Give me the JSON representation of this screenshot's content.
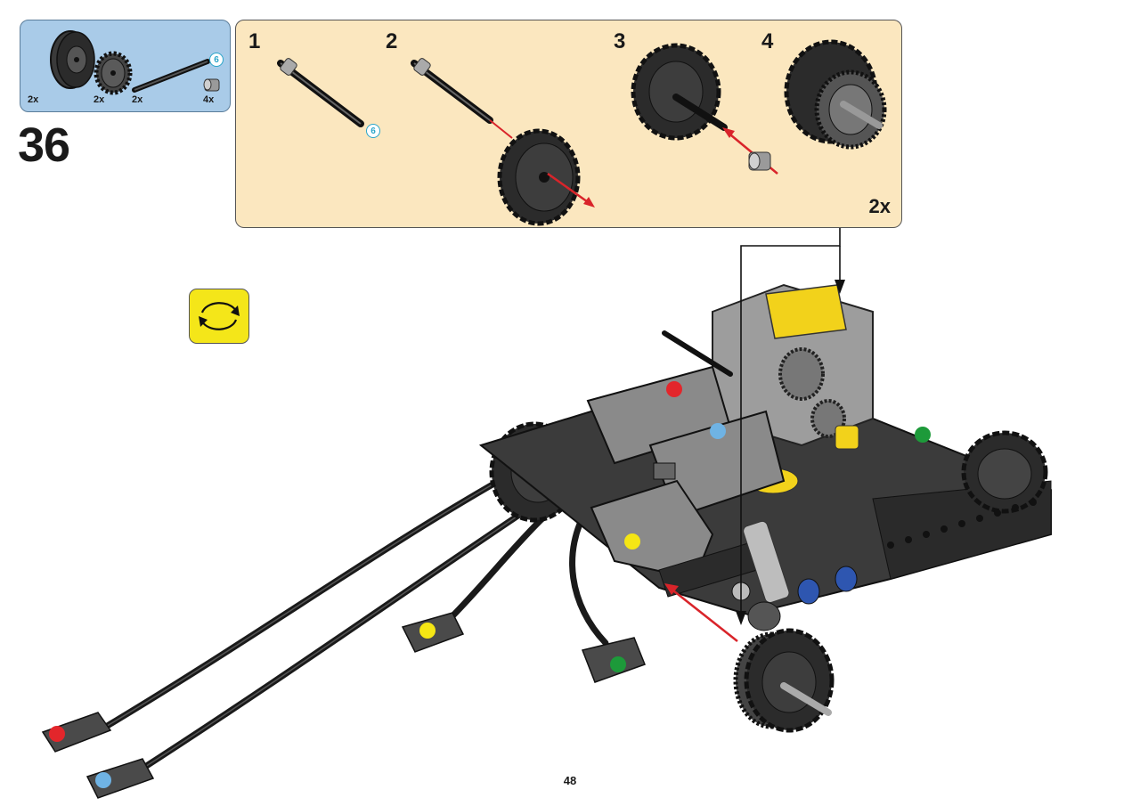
{
  "step": {
    "number": "36"
  },
  "parts_list": {
    "items": [
      {
        "name": "wheel",
        "qty": "2x"
      },
      {
        "name": "gear-24-tooth",
        "qty": "2x"
      },
      {
        "name": "axle-6",
        "qty": "2x",
        "length": "6"
      },
      {
        "name": "bushing",
        "qty": "4x"
      }
    ]
  },
  "sub_assembly": {
    "substeps": [
      "1",
      "2",
      "3",
      "4"
    ],
    "axle_length": "6",
    "multiplier": "2x"
  },
  "colors": {
    "parts_bg": "#a9cbe8",
    "sub_bg": "#fbe7bf",
    "rotate_bg": "#f4e619",
    "arrow_red": "#d9242a",
    "marker_red": "#e3262b",
    "marker_blue": "#6fb3e4",
    "marker_green": "#1d9a3a",
    "marker_yellow": "#f5e614",
    "length_badge": "#2aa5c9"
  },
  "icons": [
    "rotate-model-icon"
  ],
  "page": {
    "number": "48"
  }
}
